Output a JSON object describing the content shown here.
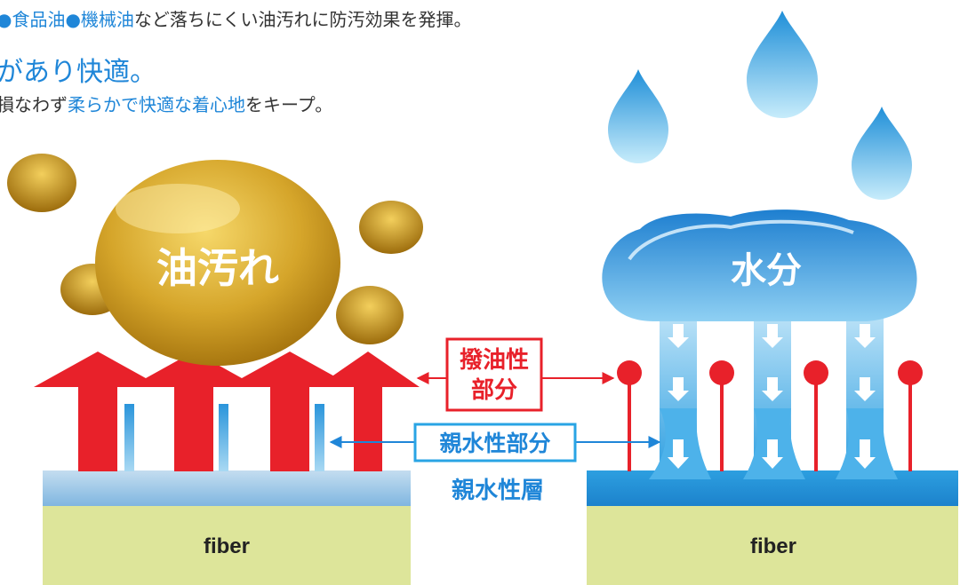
{
  "header": {
    "line1": [
      {
        "text": "●食品油●機械油",
        "color": "blue"
      },
      {
        "text": "など落ちにくい油汚れに防汚効果を発揮。",
        "color": "dark"
      }
    ],
    "line2": "があり快適。",
    "line3": [
      {
        "text": "損なわず",
        "color": "dark"
      },
      {
        "text": "柔らかで快適な着心地",
        "color": "blue"
      },
      {
        "text": "をキープ。",
        "color": "dark"
      }
    ]
  },
  "diagram": {
    "oil_label": "油汚れ",
    "water_label": "水分",
    "oil_repellent_label_1": "撥油性",
    "oil_repellent_label_2": "部分",
    "hydrophilic_part_label": "親水性部分",
    "hydrophilic_layer_label": "親水性層",
    "fiber_left": "fiber",
    "fiber_right": "fiber"
  },
  "colors": {
    "accent_blue": "#1f86d8",
    "repellent_red": "#e8212a",
    "fiber_green": "#dde59a",
    "oil_gold": "#c99a1e"
  }
}
